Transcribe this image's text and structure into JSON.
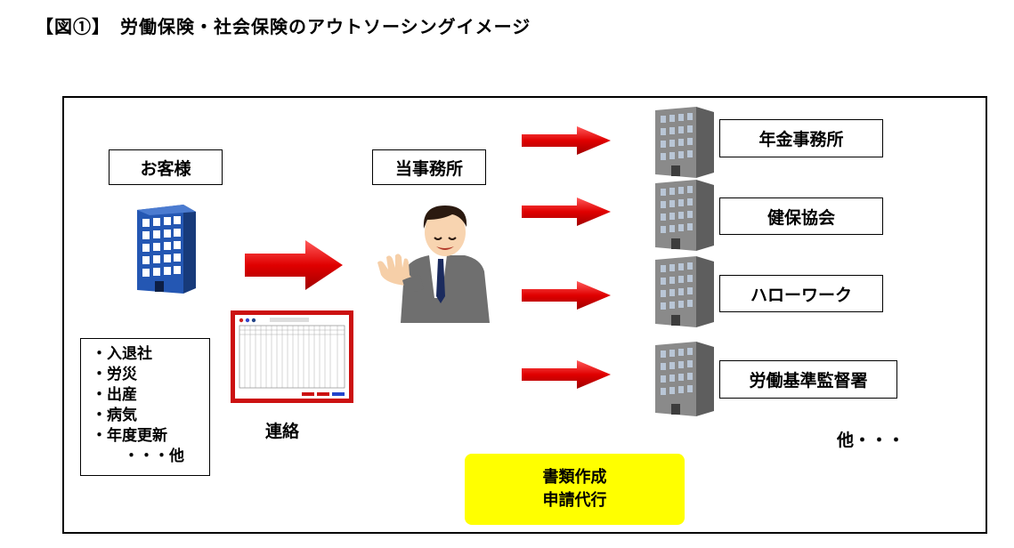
{
  "header": {
    "title": "【図①】　労働保険・社会保険のアウトソーシングイメージ"
  },
  "customer": {
    "label": "お客様",
    "items": [
      "・入退社",
      "・労災",
      "・出産",
      "・病気",
      "・年度更新"
    ],
    "etc": "・・・他"
  },
  "contact": {
    "label": "連絡"
  },
  "office": {
    "label": "当事務所"
  },
  "agencies": [
    {
      "label": "年金事務所"
    },
    {
      "label": "健保協会"
    },
    {
      "label": "ハローワーク"
    },
    {
      "label": "労働基準監督署"
    }
  ],
  "others": {
    "label": "他・・・"
  },
  "service": {
    "line1": "書類作成",
    "line2": "申請代行"
  },
  "colors": {
    "arrow": "#e00000",
    "service_bg": "#ffff00",
    "building": "#1f4e9a",
    "form_border": "#cc1111"
  },
  "icons": {
    "customer_building": "office-building-icon",
    "agency_building": "gray-building-icon",
    "person": "businessman-icon",
    "document": "form-document-icon",
    "arrow": "right-arrow-icon"
  }
}
